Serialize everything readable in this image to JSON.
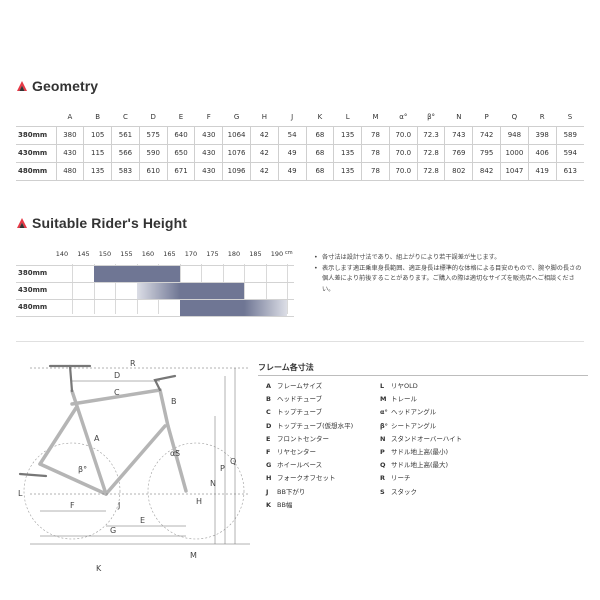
{
  "geometry": {
    "title": "Geometry",
    "columns": [
      "A",
      "B",
      "C",
      "D",
      "E",
      "F",
      "G",
      "H",
      "J",
      "K",
      "L",
      "M",
      "α°",
      "β°",
      "N",
      "P",
      "Q",
      "R",
      "S"
    ],
    "rows": [
      {
        "size": "380mm",
        "values": [
          "380",
          "105",
          "561",
          "575",
          "640",
          "430",
          "1064",
          "42",
          "54",
          "68",
          "135",
          "78",
          "70.0",
          "72.3",
          "743",
          "742",
          "948",
          "398",
          "589"
        ]
      },
      {
        "size": "430mm",
        "values": [
          "430",
          "115",
          "566",
          "590",
          "650",
          "430",
          "1076",
          "42",
          "49",
          "68",
          "135",
          "78",
          "70.0",
          "72.8",
          "769",
          "795",
          "1000",
          "406",
          "594"
        ]
      },
      {
        "size": "480mm",
        "values": [
          "480",
          "135",
          "583",
          "610",
          "671",
          "430",
          "1096",
          "42",
          "49",
          "68",
          "135",
          "78",
          "70.0",
          "72.8",
          "802",
          "842",
          "1047",
          "419",
          "613"
        ]
      }
    ]
  },
  "rider_height": {
    "title": "Suitable Rider's Height",
    "scale": [
      "140",
      "145",
      "150",
      "155",
      "160",
      "165",
      "170",
      "175",
      "180",
      "185",
      "190"
    ],
    "unit": "cm",
    "rows": [
      {
        "size": "380mm",
        "from": 145,
        "to": 165
      },
      {
        "size": "430mm",
        "from": 155,
        "to": 180
      },
      {
        "size": "480mm",
        "from": 165,
        "to": 190
      }
    ],
    "accent_color": "#6f7694"
  },
  "notes": [
    "各寸法は設計寸法であり、組上がりにより若干誤差が生じます。",
    "表示します適正乗車身長範囲、適正身長は標準的な体格による目安のもので、腕や脚の長さの個人差により前後することがあります。ご購入の際は適切なサイズを販売店へご相談ください。"
  ],
  "diagram_labels": [
    "A",
    "B",
    "C",
    "D",
    "E",
    "F",
    "G",
    "H",
    "J",
    "K",
    "L",
    "M",
    "N",
    "P",
    "Q",
    "R",
    "S",
    "α°",
    "β°"
  ],
  "legend": {
    "title": "フレーム各寸法",
    "left": [
      {
        "key": "A",
        "label": "フレームサイズ"
      },
      {
        "key": "B",
        "label": "ヘッドチューブ"
      },
      {
        "key": "C",
        "label": "トップチューブ"
      },
      {
        "key": "D",
        "label": "トップチューブ(仮想水平)"
      },
      {
        "key": "E",
        "label": "フロントセンター"
      },
      {
        "key": "F",
        "label": "リヤセンター"
      },
      {
        "key": "G",
        "label": "ホイールベース"
      },
      {
        "key": "H",
        "label": "フォークオフセット"
      },
      {
        "key": "J",
        "label": "BB下がり"
      },
      {
        "key": "K",
        "label": "BB幅"
      }
    ],
    "right": [
      {
        "key": "L",
        "label": "リヤOLD"
      },
      {
        "key": "M",
        "label": "トレール"
      },
      {
        "key": "α°",
        "label": "ヘッドアングル"
      },
      {
        "key": "β°",
        "label": "シートアングル"
      },
      {
        "key": "N",
        "label": "スタンドオーバーハイト"
      },
      {
        "key": "P",
        "label": "サドル地上高(最小)"
      },
      {
        "key": "Q",
        "label": "サドル地上高(最大)"
      },
      {
        "key": "R",
        "label": "リーチ"
      },
      {
        "key": "S",
        "label": "スタック"
      }
    ]
  }
}
